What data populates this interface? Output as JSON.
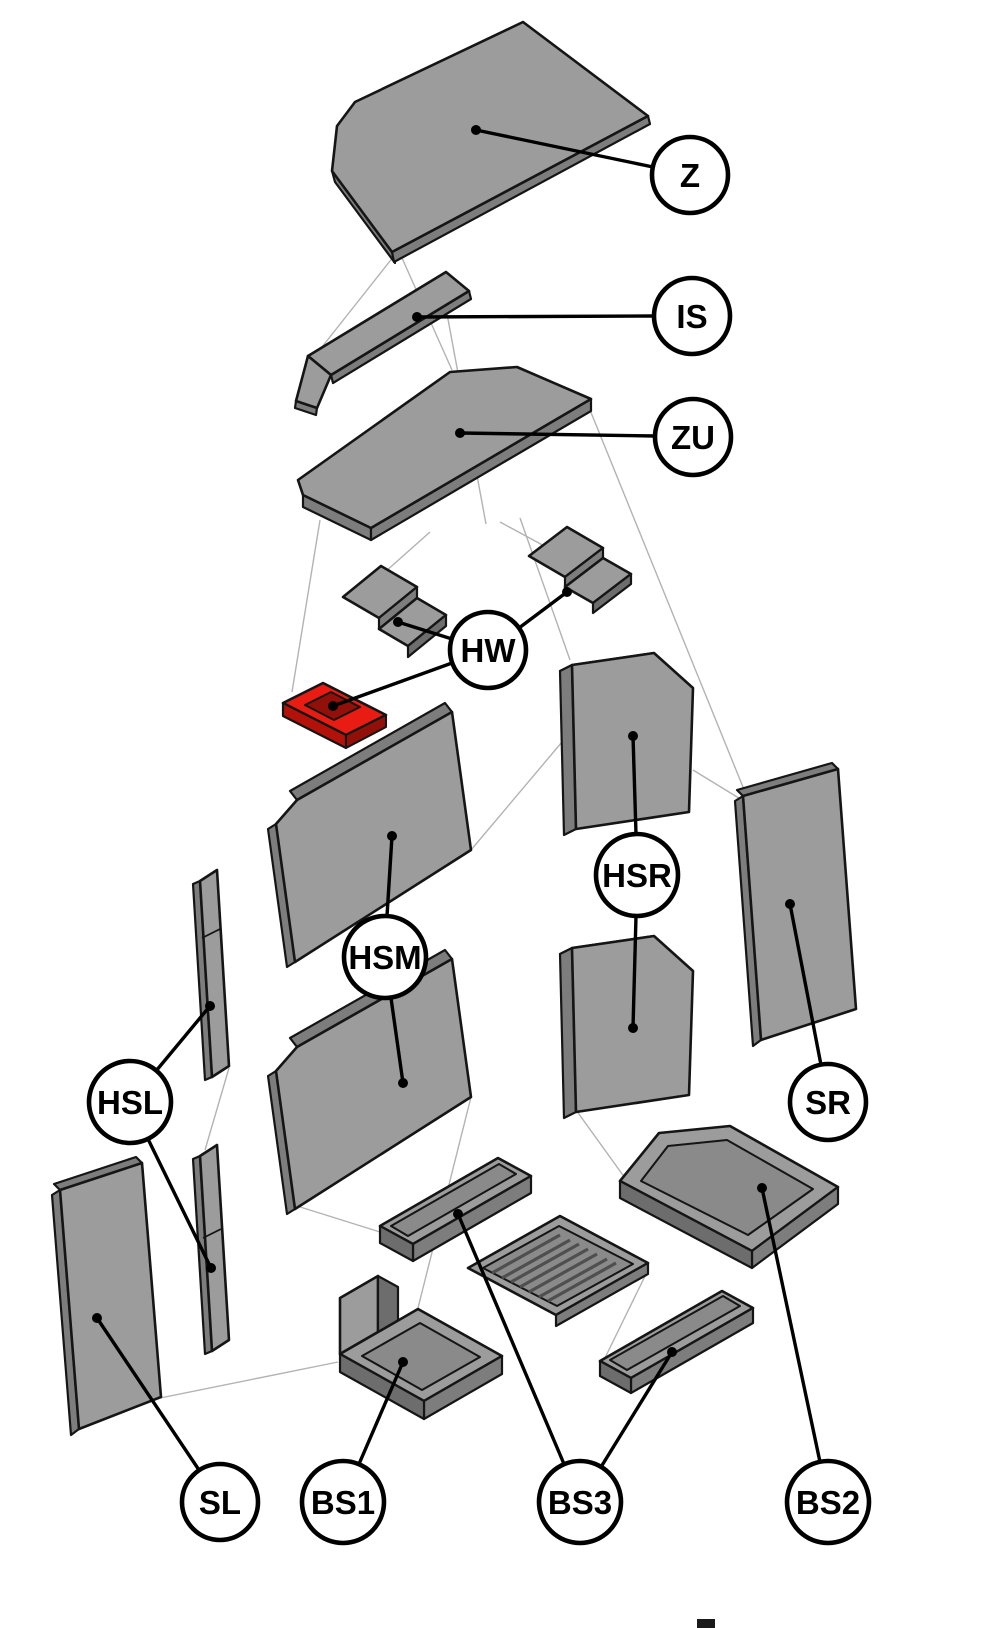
{
  "figure": {
    "type": "exploded-parts-diagram",
    "background": "#ffffff"
  },
  "colors": {
    "part_fill": "#9c9c9c",
    "part_side": "#7d7d7d",
    "part_dark": "#6d6d6d",
    "part_inner": "#8a8a8a",
    "outline": "#151515",
    "highlight": "#e81c13",
    "highlight_side": "#b31109",
    "highlight_dark": "#93100a",
    "leader": "#000000",
    "thin_line": "#b3b3b3"
  },
  "labels": {
    "z": "Z",
    "is": "IS",
    "zu": "ZU",
    "hw": "HW",
    "hsr": "HSR",
    "hsm": "HSM",
    "hsl": "HSL",
    "sr": "SR",
    "sl": "SL",
    "bs1": "BS1",
    "bs3": "BS3",
    "bs2": "BS2"
  },
  "highlighted": {
    "label": "HW",
    "style": "red"
  }
}
